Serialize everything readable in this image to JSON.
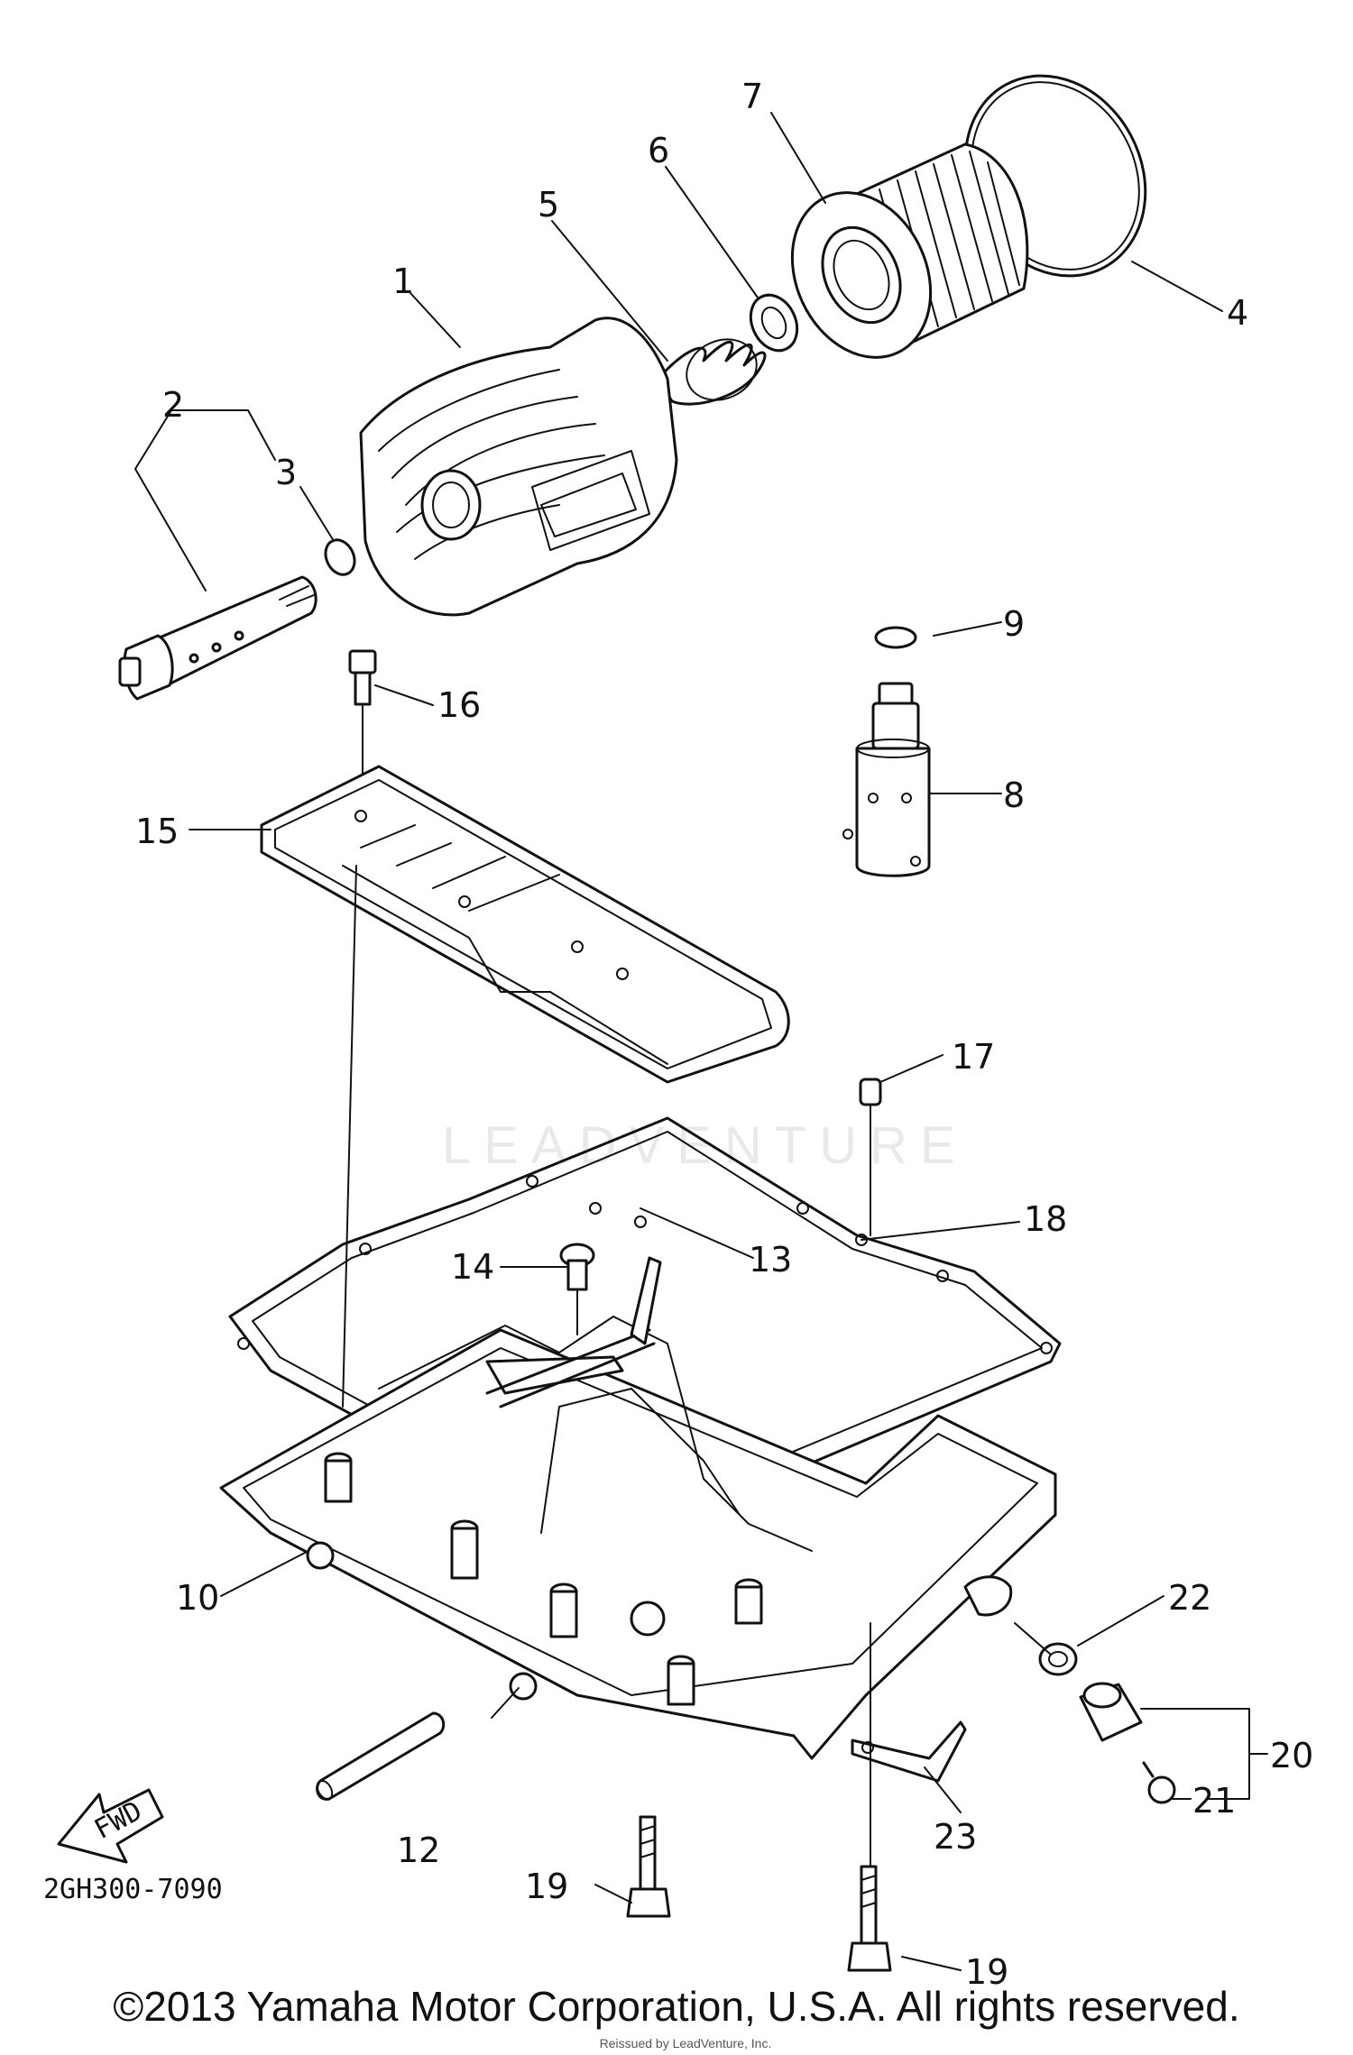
{
  "watermark": "LEADVENTURE",
  "diagram_code": "2GH300-7090",
  "fwd_label": "FWD",
  "copyright": "©2013 Yamaha Motor Corporation, U.S.A. All rights reserved.",
  "reg_note": "Reissued by LeadVenture, Inc.",
  "callouts": {
    "n1": "1",
    "n2": "2",
    "n3": "3",
    "n4": "4",
    "n5": "5",
    "n6": "6",
    "n7": "7",
    "n8": "8",
    "n9": "9",
    "n10": "10",
    "n12": "12",
    "n13": "13",
    "n14": "14",
    "n15": "15",
    "n16": "16",
    "n17": "17",
    "n18": "18",
    "n19a": "19",
    "n19b": "19",
    "n20": "20",
    "n21": "21",
    "n22": "22",
    "n23": "23"
  }
}
